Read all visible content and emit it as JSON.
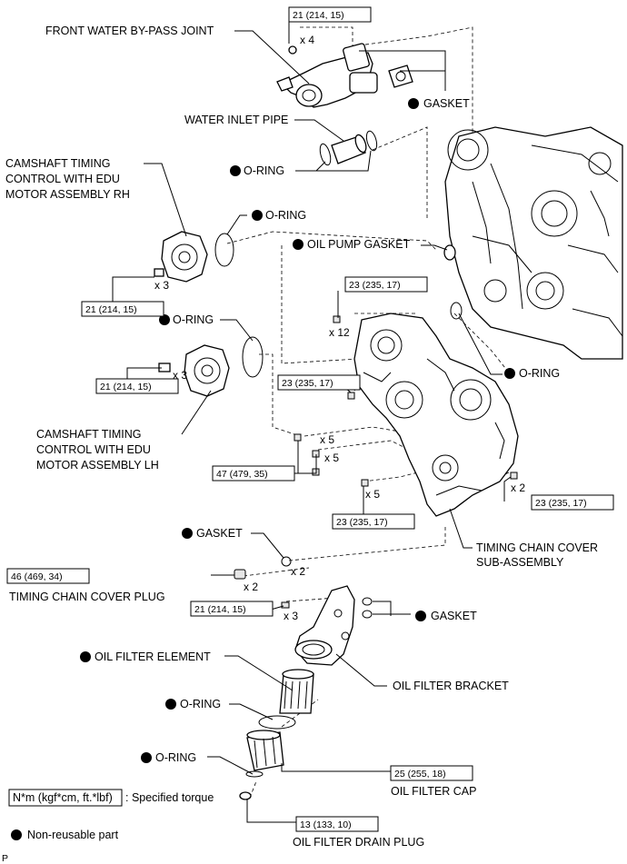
{
  "parts": {
    "front_water_bypass_joint": "FRONT WATER BY-PASS JOINT",
    "gasket_top": "GASKET",
    "water_inlet_pipe": "WATER INLET PIPE",
    "o_ring_1": "O-RING",
    "camshaft_rh_line1": "CAMSHAFT TIMING",
    "camshaft_rh_line2": "CONTROL WITH EDU",
    "camshaft_rh_line3": "MOTOR ASSEMBLY RH",
    "o_ring_2": "O-RING",
    "oil_pump_gasket": "OIL PUMP GASKET",
    "o_ring_3": "O-RING",
    "o_ring_4": "O-RING",
    "camshaft_lh_line1": "CAMSHAFT TIMING",
    "camshaft_lh_line2": "CONTROL WITH EDU",
    "camshaft_lh_line3": "MOTOR ASSEMBLY LH",
    "gasket_mid": "GASKET",
    "timing_chain_cover_line1": "TIMING CHAIN COVER",
    "timing_chain_cover_line2": "SUB-ASSEMBLY",
    "timing_chain_cover_plug": "TIMING CHAIN COVER PLUG",
    "gasket_bracket": "GASKET",
    "oil_filter_element": "OIL FILTER ELEMENT",
    "oil_filter_bracket": "OIL FILTER BRACKET",
    "o_ring_5": "O-RING",
    "o_ring_6": "O-RING",
    "oil_filter_cap": "OIL FILTER CAP",
    "oil_filter_drain_plug": "OIL FILTER DRAIN PLUG"
  },
  "torques": {
    "bypass_joint": "21 (214, 15)",
    "camshaft_rh": "21 (214, 15)",
    "cover_upper": "23 (235, 17)",
    "camshaft_lh": "21 (214, 15)",
    "cover_inner": "23 (235, 17)",
    "cover_group": "47 (479, 35)",
    "cover_lower": "23 (235, 17)",
    "cover_right": "23 (235, 17)",
    "cover_plug": "46 (469, 34)",
    "filter_bracket": "21 (214, 15)",
    "filter_cap": "25 (255, 18)",
    "drain_plug": "13 (133, 10)"
  },
  "counts": {
    "x4": "x 4",
    "x3_rh": "x 3",
    "x12": "x 12",
    "x3_lh": "x 3",
    "x5_a": "x 5",
    "x5_b": "x 5",
    "x5_c": "x 5",
    "x2_right": "x 2",
    "x2_gasket": "x 2",
    "x2_plug": "x 2",
    "x3_bracket": "x 3"
  },
  "legend": {
    "torque_unit": "N*m (kgf*cm, ft.*lbf)",
    "torque_desc": ": Specified torque",
    "non_reusable": "Non-reusable part"
  },
  "footer_mark": "P"
}
